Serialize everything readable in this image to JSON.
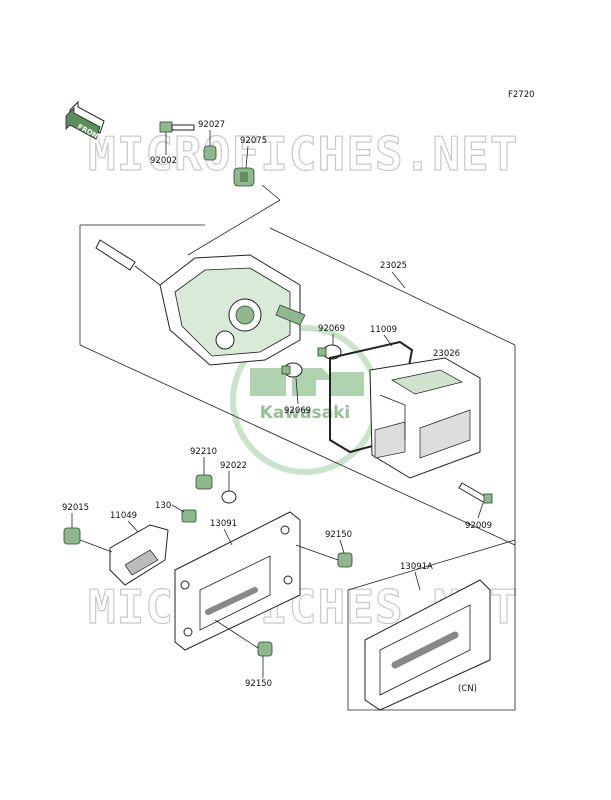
{
  "figure_code": "F2720",
  "front_label": "FRONT",
  "watermark_text": "MICROFICHES.NET",
  "logo_text": "Kawasaki",
  "variant_note": "(CN)",
  "parts": {
    "p92002": "92002",
    "p92027": "92027",
    "p92075": "92075",
    "p23025": "23025",
    "p92069a": "92069",
    "p11009": "11009",
    "p23026": "23026",
    "p92069b": "92069",
    "p92009": "92009",
    "p92210": "92210",
    "p92022": "92022",
    "p130": "130",
    "p92015": "92015",
    "p11049": "11049",
    "p13091": "13091",
    "p92150a": "92150",
    "p13091A": "13091A",
    "p92150b": "92150"
  },
  "colors": {
    "accent": "#2e7d32",
    "watermark": "#c9c9c9",
    "line": "#222222"
  }
}
